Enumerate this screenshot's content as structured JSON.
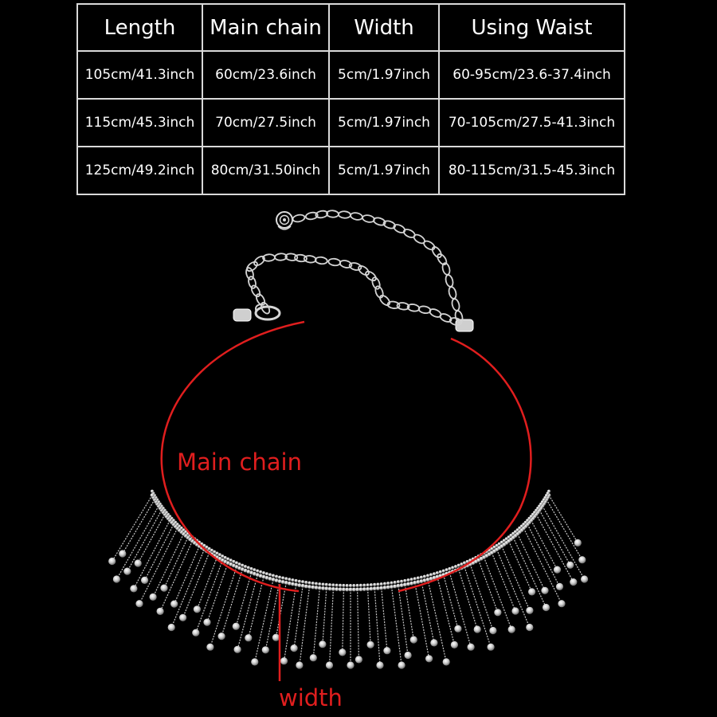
{
  "size_table": {
    "headers": [
      "Length",
      "Main chain",
      "Width",
      "Using Waist"
    ],
    "rows": [
      [
        "105cm/41.3inch",
        "60cm/23.6inch",
        "5cm/1.97inch",
        "60-95cm/23.6-37.4inch"
      ],
      [
        "115cm/45.3inch",
        "70cm/27.5inch",
        "5cm/1.97inch",
        "70-105cm/27.5-41.3inch"
      ],
      [
        "125cm/49.2inch",
        "80cm/31.50inch",
        "5cm/1.97inch",
        "80-115cm/31.5-45.3inch"
      ]
    ]
  },
  "annotations": {
    "main_chain_label": "Main chain",
    "width_label": "width"
  },
  "colors": {
    "background": "#000000",
    "table_border": "#d9d9d9",
    "annotation_red": "#e01e1e",
    "silver": "#c9c9c9"
  }
}
